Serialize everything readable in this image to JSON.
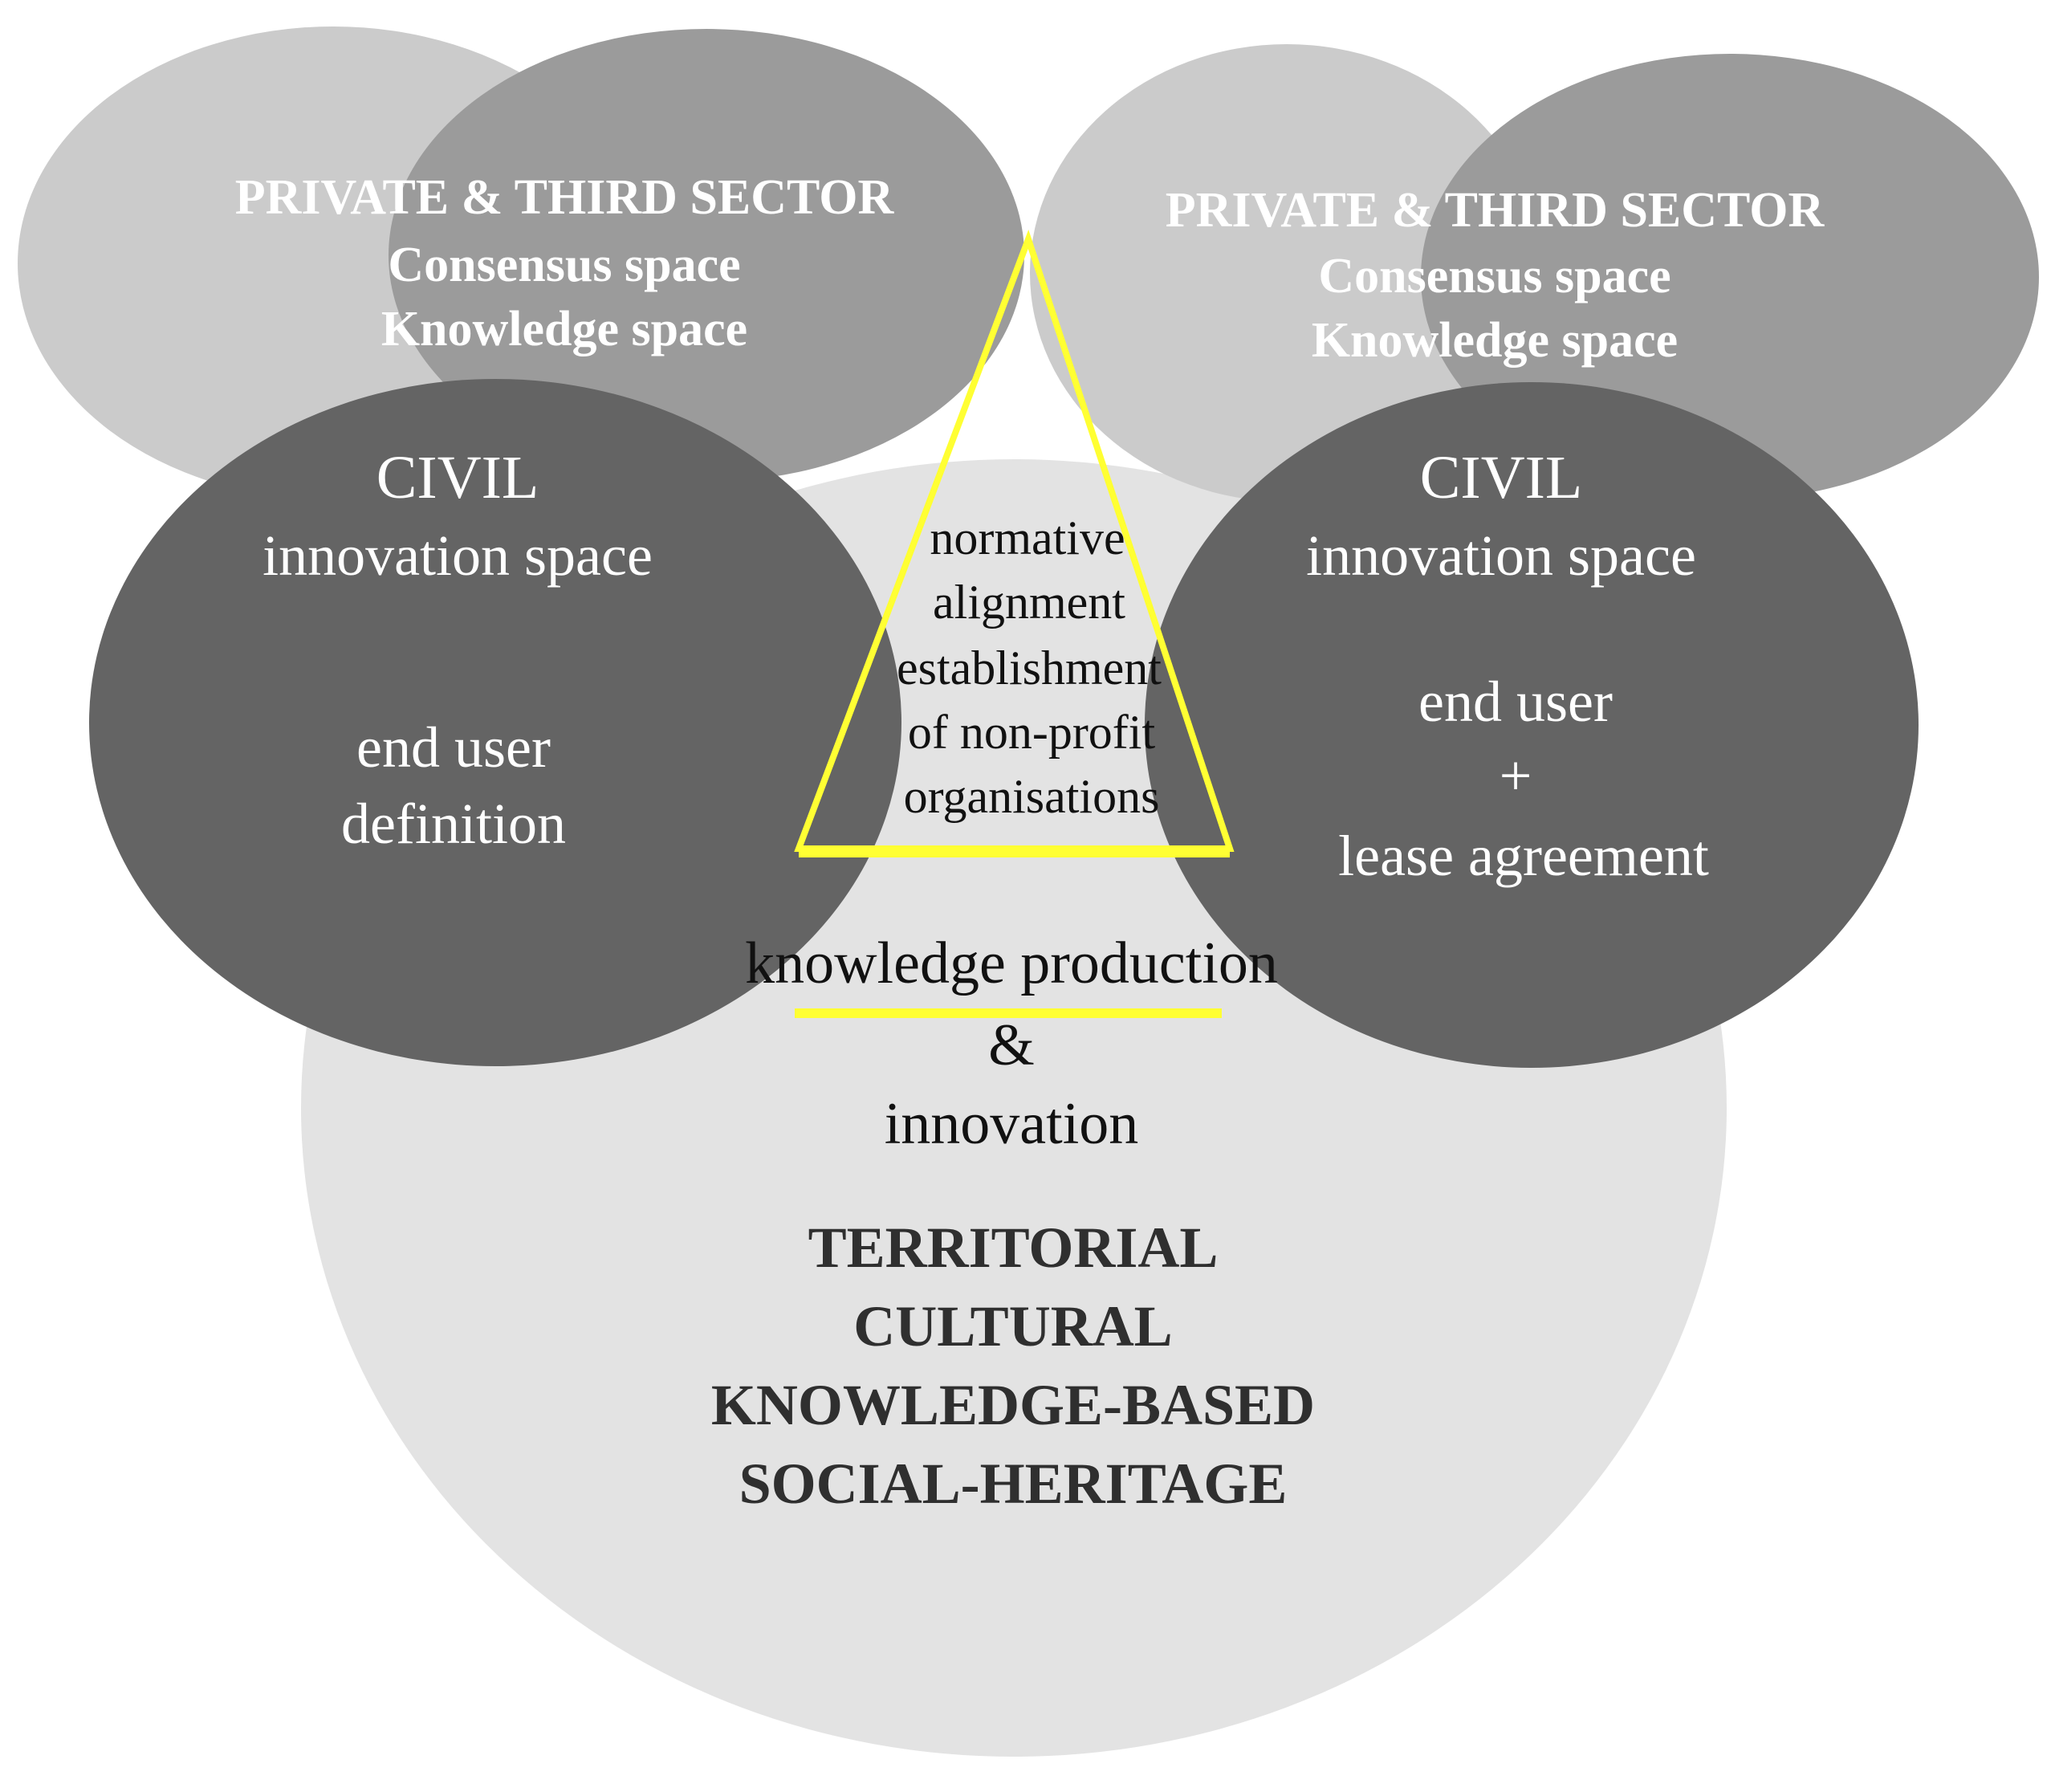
{
  "colors": {
    "background": "#ffffff",
    "heritage_circle": "#e3e3e3",
    "private_light": "#cbcbcb",
    "private_mid": "#9b9b9b",
    "civil_dark": "#646464",
    "highlight": "#ffff33"
  },
  "left_private": {
    "title": "PRIVATE & THIRD SECTOR",
    "line2": "Consensus space",
    "line3": "Knowledge space"
  },
  "right_private": {
    "title": "PRIVATE & THIRD SECTOR",
    "line2": "Consensus space",
    "line3": "Knowledge space"
  },
  "left_civil": {
    "title": "CIVIL",
    "subtitle": "innovation space",
    "detail1": "end user",
    "detail2": "definition"
  },
  "right_civil": {
    "title": "CIVIL",
    "subtitle": "innovation space",
    "detail1": "end user",
    "detail2": "+",
    "detail3": "lease agreement"
  },
  "triangle": {
    "lines": [
      "normative",
      "alignment",
      "establishment",
      "of non-profit",
      "organisations"
    ]
  },
  "center": {
    "line1": "knowledge production",
    "line2": "&",
    "line3": "innovation"
  },
  "heritage": {
    "lines": [
      "TERRITORIAL",
      "CULTURAL",
      "KNOWLEDGE-BASED",
      "SOCIAL-HERITAGE"
    ]
  }
}
